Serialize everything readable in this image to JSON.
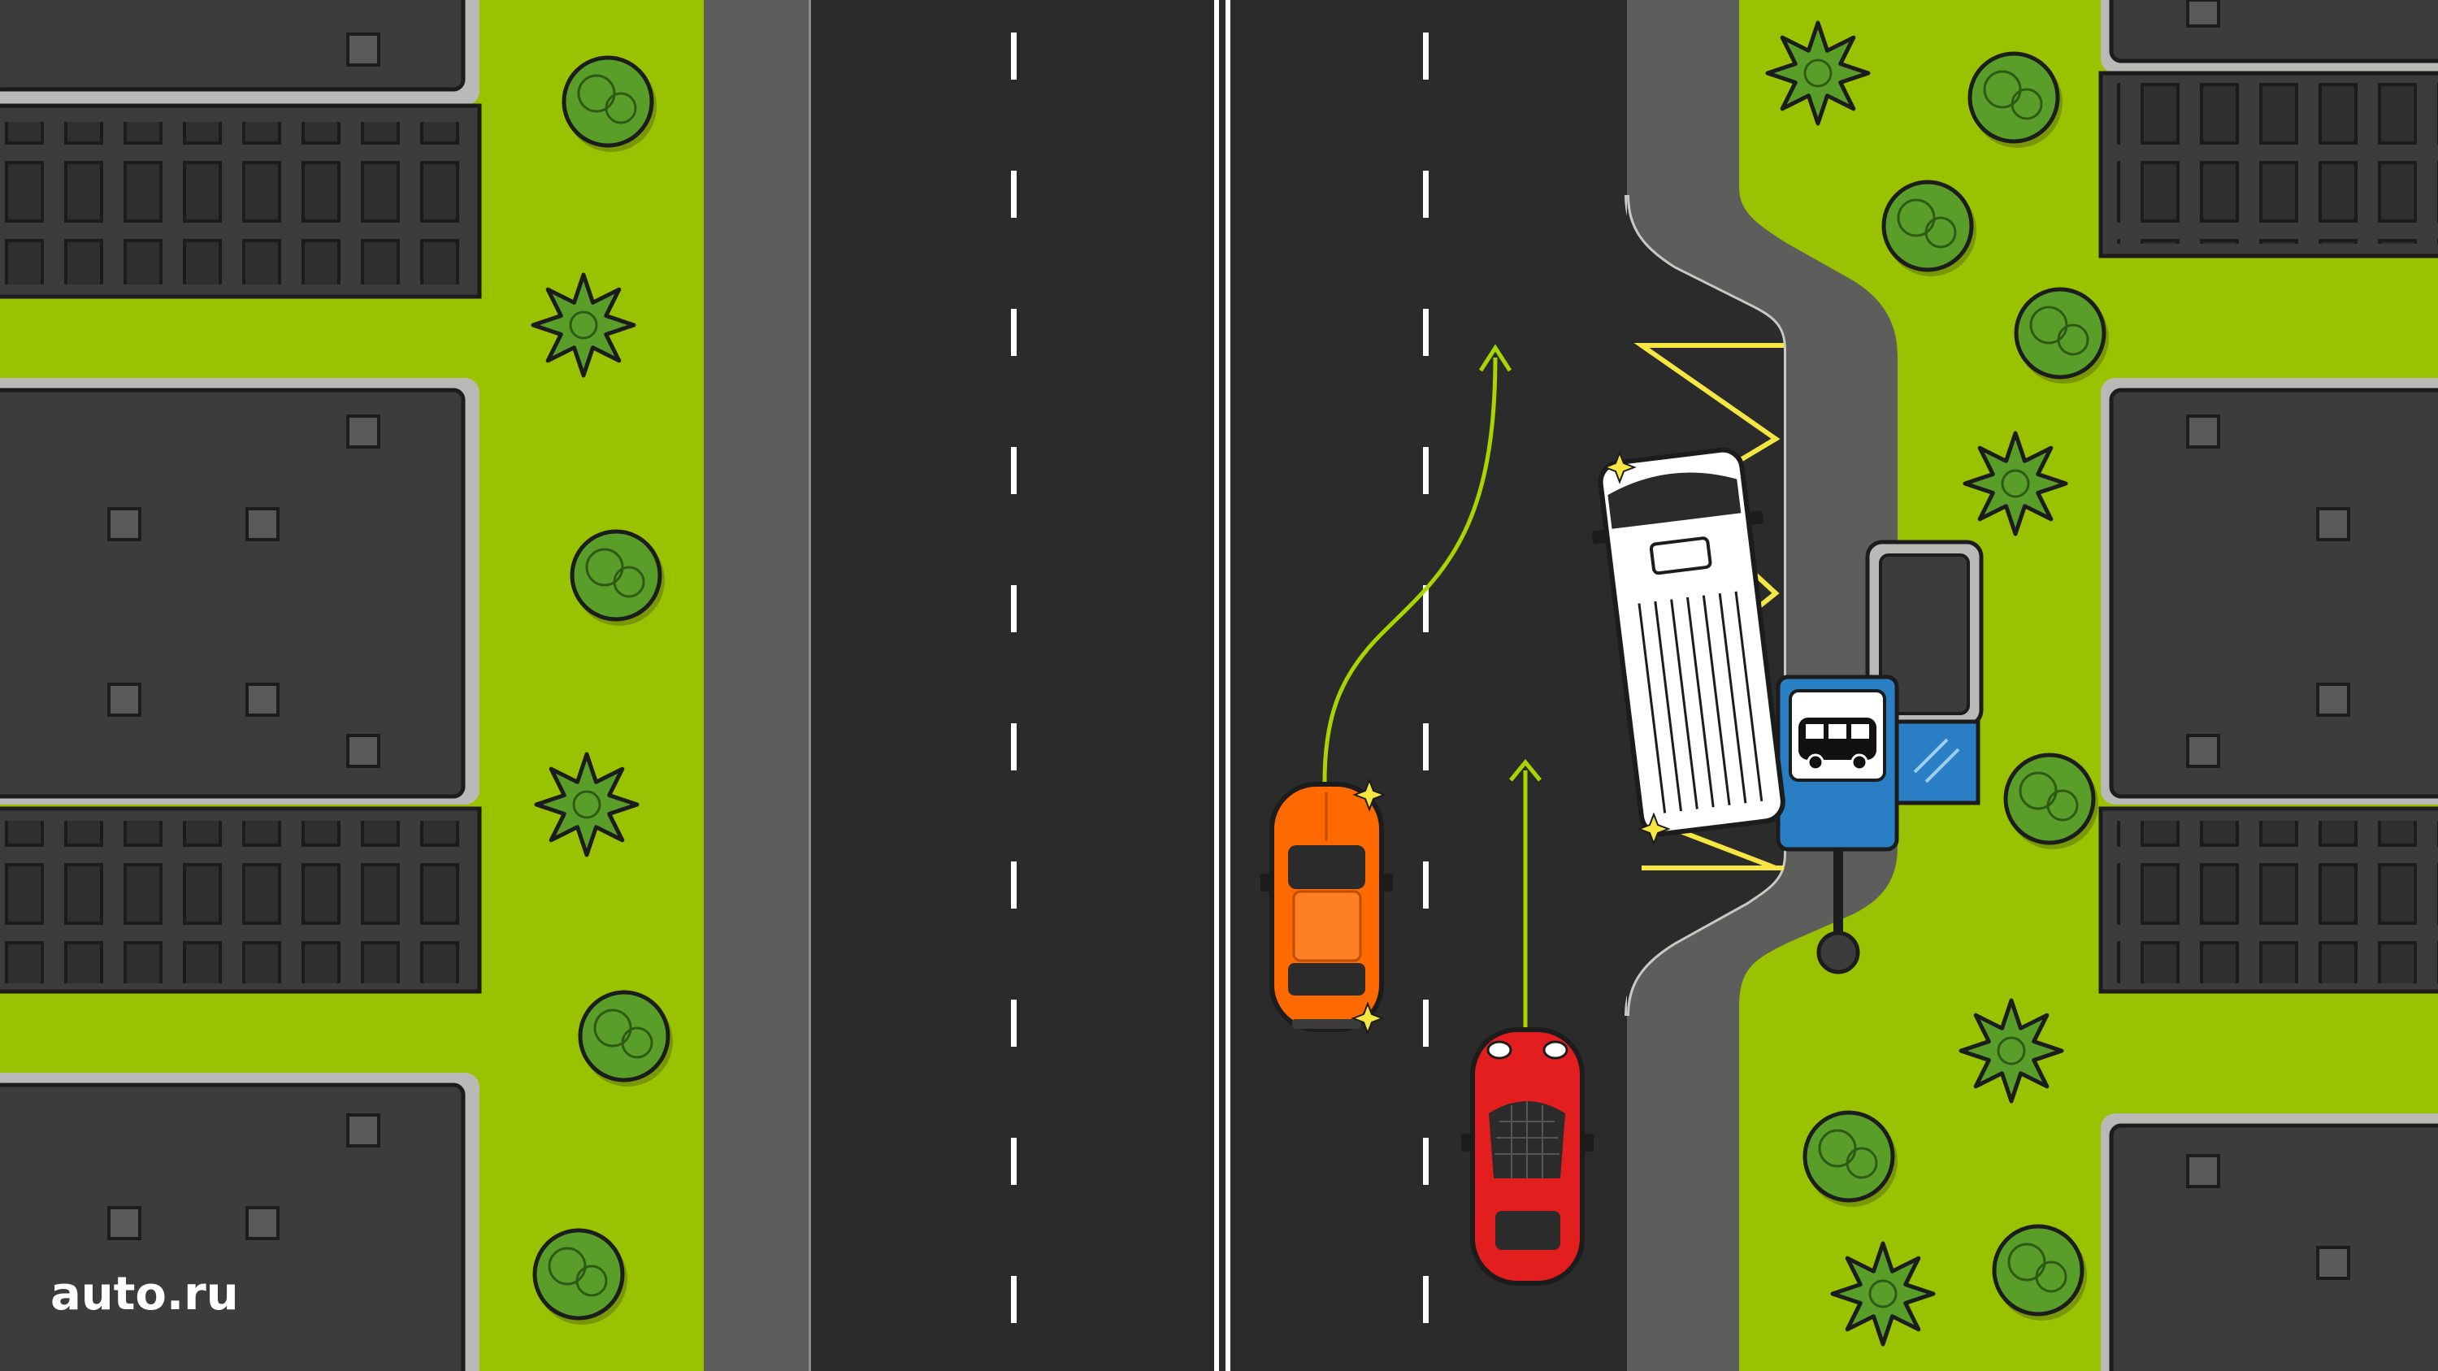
{
  "brand": {
    "logo_text": "auto.ru"
  },
  "colors": {
    "grass": "#99c200",
    "road": "#2b2b2b",
    "sidewalk": "#5d5e5b",
    "building_roof": "#3c3c3c",
    "building_edge": "#b9bab7",
    "tree": "#5a9e2a",
    "marking": "#ffffff",
    "bus_stop_zigzag": "#f5e642",
    "trajectory": "#a8d400",
    "orange_car": "#ff6a00",
    "red_car": "#e31e1e",
    "van": "#ffffff",
    "sign_blue": "#2a7fc4"
  },
  "scene": {
    "vehicles": [
      "orange-car",
      "red-car",
      "white-van"
    ],
    "signs": [
      "bus-stop-sign"
    ]
  }
}
